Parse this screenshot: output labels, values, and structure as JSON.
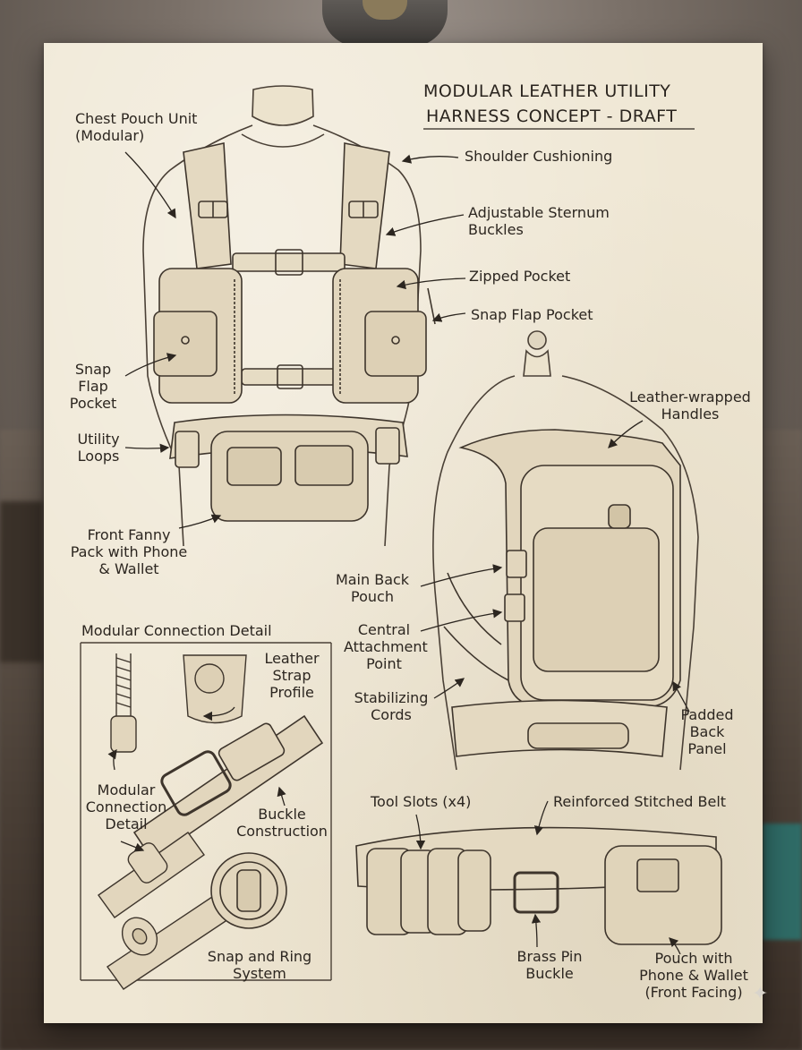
{
  "title": {
    "line1": "MODULAR LEATHER UTILITY",
    "line2": "HARNESS CONCEPT - DRAFT"
  },
  "labels": {
    "chest_pouch": "Chest Pouch Unit\n(Modular)",
    "shoulder_cushioning": "Shoulder Cushioning",
    "sternum_buckles": "Adjustable Sternum\nBuckles",
    "zipped_pocket": "Zipped Pocket",
    "snap_flap_pocket_right": "Snap Flap Pocket",
    "snap_flap_pocket_left": "Snap Flap\nPocket",
    "utility_loops": "Utility\nLoops",
    "fanny_pack": "Front Fanny\nPack with Phone\n& Wallet",
    "leather_handles": "Leather-wrapped\nHandles",
    "main_back_pouch": "Main Back\nPouch",
    "central_attachment": "Central\nAttachment\nPoint",
    "stabilizing_cords": "Stabilizing\nCords",
    "padded_back_panel": "Padded\nBack\nPanel",
    "modular_connection_section": "Modular Connection Detail",
    "leather_strap_profile": "Leather\nStrap\nProfile",
    "modular_connection_detail": "Modular\nConnection\nDetail",
    "buckle_construction": "Buckle\nConstruction",
    "snap_ring_system": "Snap and Ring\nSystem",
    "tool_slots": "Tool Slots (x4)",
    "reinforced_belt": "Reinforced Stitched Belt",
    "brass_buckle": "Brass Pin\nBuckle",
    "pouch_phone_wallet": "Pouch with\nPhone & Wallet\n(Front Facing)"
  },
  "colors": {
    "paper": "#efe7d4",
    "ink": "#2c2620",
    "sketch": "#4a4036"
  },
  "icons": {
    "corner_sparkle": "sparkle-icon"
  }
}
